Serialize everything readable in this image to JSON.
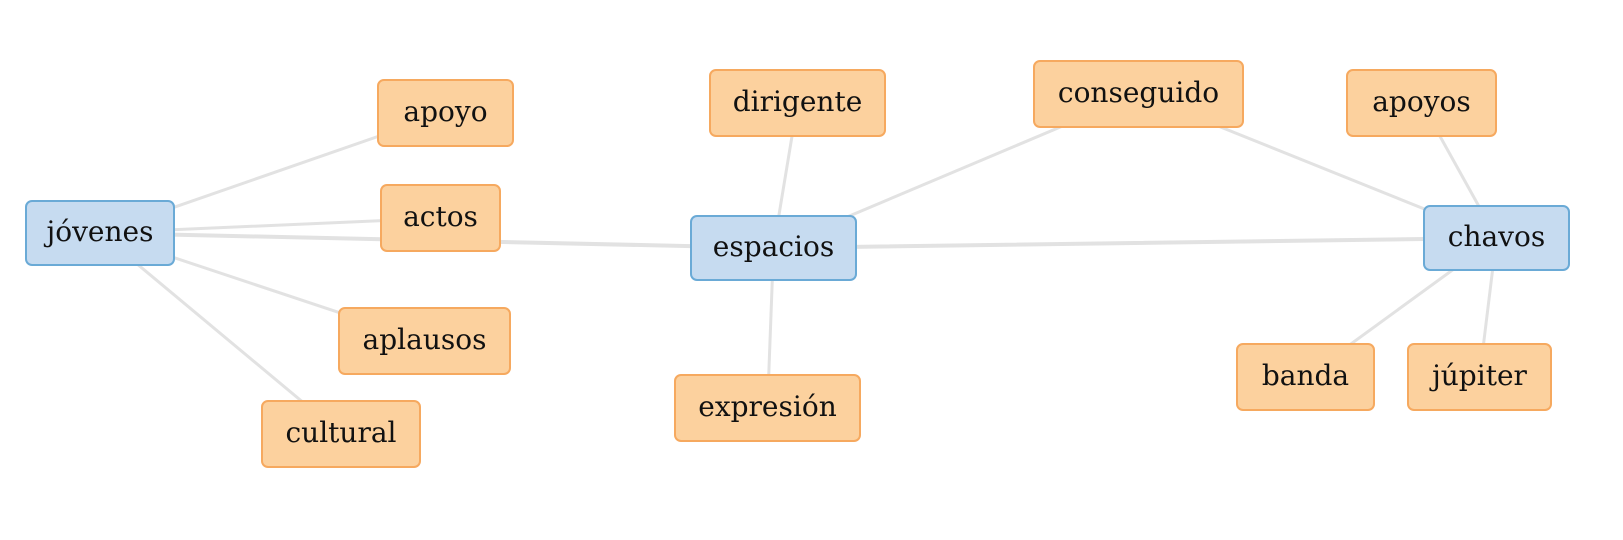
{
  "nodes": {
    "jovenes": {
      "label": "jóvenes"
    },
    "espacios": {
      "label": "espacios"
    },
    "chavos": {
      "label": "chavos"
    },
    "apoyo": {
      "label": "apoyo"
    },
    "actos": {
      "label": "actos"
    },
    "aplausos": {
      "label": "aplausos"
    },
    "cultural": {
      "label": "cultural"
    },
    "dirigente": {
      "label": "dirigente"
    },
    "expresion": {
      "label": "expresión"
    },
    "conseguido": {
      "label": "conseguido"
    },
    "apoyos": {
      "label": "apoyos"
    },
    "banda": {
      "label": "banda"
    },
    "jupiter": {
      "label": "júpiter"
    }
  },
  "edges": [
    {
      "from": "jovenes",
      "to": "apoyo"
    },
    {
      "from": "jovenes",
      "to": "actos"
    },
    {
      "from": "jovenes",
      "to": "aplausos"
    },
    {
      "from": "jovenes",
      "to": "cultural"
    },
    {
      "from": "jovenes",
      "to": "espacios"
    },
    {
      "from": "espacios",
      "to": "dirigente"
    },
    {
      "from": "espacios",
      "to": "expresion"
    },
    {
      "from": "espacios",
      "to": "conseguido"
    },
    {
      "from": "espacios",
      "to": "chavos"
    },
    {
      "from": "chavos",
      "to": "conseguido"
    },
    {
      "from": "chavos",
      "to": "apoyos"
    },
    {
      "from": "chavos",
      "to": "banda"
    },
    {
      "from": "chavos",
      "to": "jupiter"
    }
  ],
  "colors": {
    "hub_fill": "#c6dbf0",
    "hub_border": "#6aaad6",
    "leaf_fill": "#fcd19e",
    "leaf_border": "#f6a95f",
    "edge": "#e2e2e2"
  }
}
